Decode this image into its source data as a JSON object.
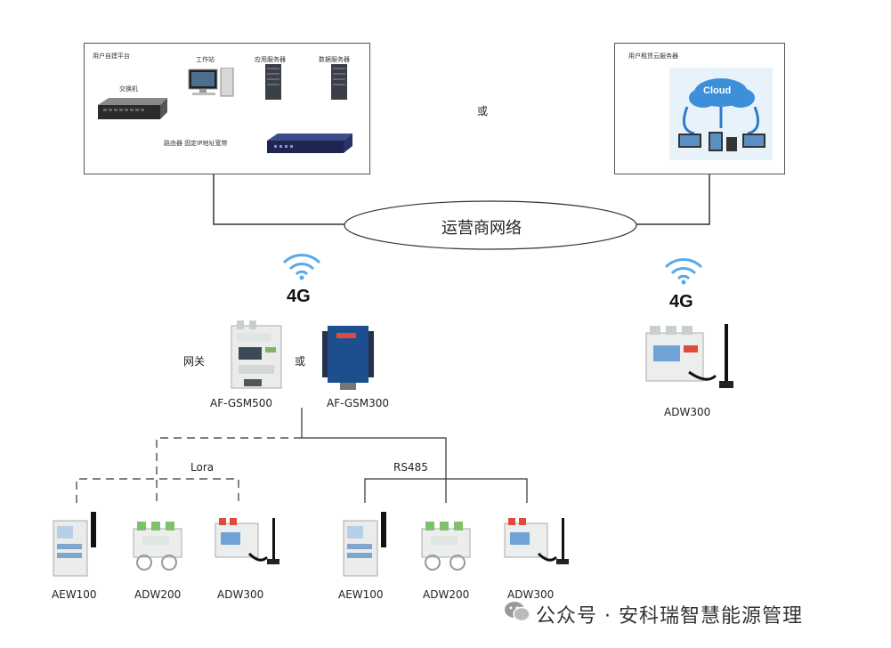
{
  "left_platform": {
    "title": "用户自建平台",
    "switch_label": "交换机",
    "workstation_label": "工作站",
    "app_server_label": "应用服务器",
    "db_server_label": "数据服务器",
    "router_label": "路由器 固定IP地址宽带"
  },
  "right_platform": {
    "title": "用户租赁云服务器",
    "cloud_text": "Cloud"
  },
  "or_label": "或",
  "network_label": "运营商网络",
  "left_4g": "4G",
  "right_4g": "4G",
  "gateway_label": "网关",
  "gateway_or": "或",
  "gateway_a": "AF-GSM500",
  "gateway_b": "AF-GSM300",
  "right_device": "ADW300",
  "lora_label": "Lora",
  "rs485_label": "RS485",
  "lora_devices": [
    "AEW100",
    "ADW200",
    "ADW300"
  ],
  "rs485_devices": [
    "AEW100",
    "ADW200",
    "ADW300"
  ],
  "watermark": "公众号 · 安科瑞智慧能源管理"
}
